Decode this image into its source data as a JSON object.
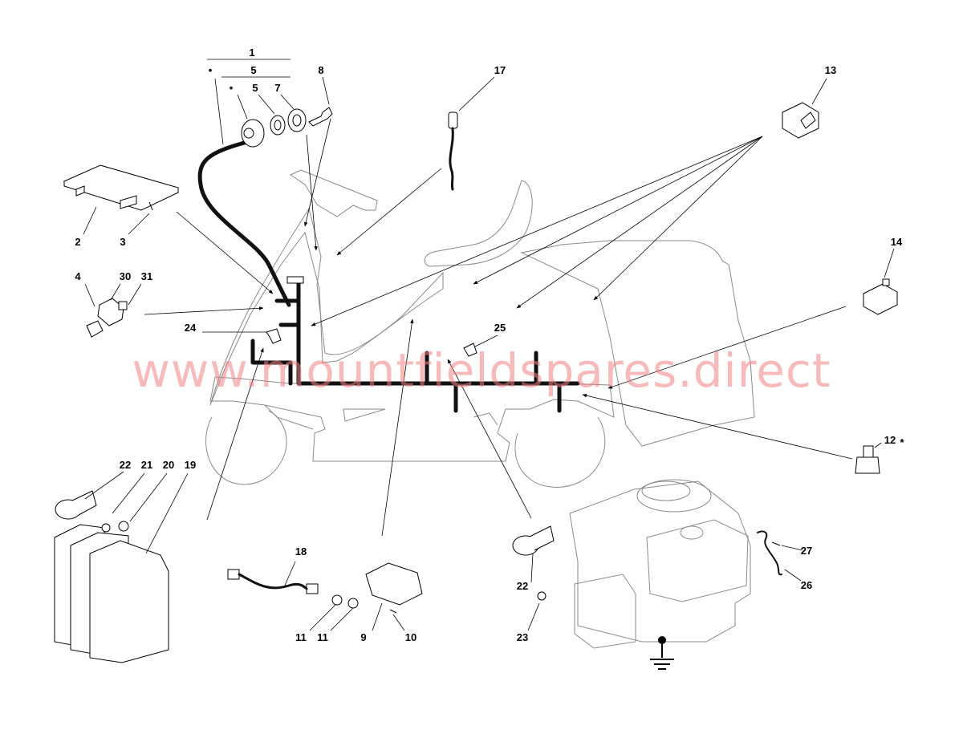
{
  "watermark": "www.mountfieldspares.direct",
  "labels": {
    "l1": "1",
    "l5a": "5",
    "l5b": "5",
    "l7": "7",
    "l8": "8",
    "l17": "17",
    "l13": "13",
    "l2": "2",
    "l3": "3",
    "l4": "4",
    "l30": "30",
    "l31": "31",
    "l24": "24",
    "l25": "25",
    "l14": "14",
    "l12": "12",
    "l22a": "22",
    "l21": "21",
    "l20": "20",
    "l19": "19",
    "l18": "18",
    "l11a": "11",
    "l11b": "11",
    "l9": "9",
    "l10": "10",
    "l22b": "22",
    "l23": "23",
    "l27": "27",
    "l26": "26"
  },
  "markers": {
    "dot": "•",
    "asterisk": "*"
  },
  "icons": [
    "ground-icon"
  ],
  "colors": {
    "line": "#000000",
    "ghost": "#8a8a8a",
    "watermark": "#f08080"
  }
}
